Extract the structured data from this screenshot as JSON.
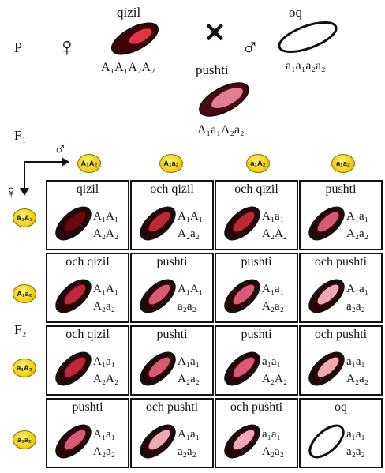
{
  "parents": {
    "generation_label": "P",
    "female_symbol": "♀",
    "male_symbol": "♂",
    "cross_symbol": "✕",
    "female": {
      "phenotype": "qizil",
      "genotype": "A₁A₁A₂A₂",
      "color": "#8a0f14"
    },
    "male": {
      "phenotype": "oq",
      "genotype": "a₁a₁a₂a₂",
      "color": "#ffffff"
    }
  },
  "f1": {
    "generation_label": "F₁",
    "phenotype": "pushti",
    "genotype": "A₁a₁A₂a₂",
    "color": "#d8506a"
  },
  "f2": {
    "generation_label": "F₂",
    "male_gametes": [
      "A₁A₂",
      "A₁a₂",
      "a₁A₂",
      "a₁a₂"
    ],
    "female_gametes": [
      "A₁A₂",
      "A₁a₂",
      "a₁A₂",
      "a₁a₂"
    ],
    "colors": {
      "qizil": "#6a0a0e",
      "och qizil": "#c0283a",
      "pushti": "#d95a78",
      "och pushti": "#f0a8b8",
      "oq": "#ffffff"
    },
    "grid": [
      [
        {
          "phenotype": "qizil",
          "g1": "A₁A₁",
          "g2": "A₂A₂"
        },
        {
          "phenotype": "och qizil",
          "g1": "A₁A₁",
          "g2": "A₂a₂"
        },
        {
          "phenotype": "och qizil",
          "g1": "A₁a₁",
          "g2": "A₂A₂"
        },
        {
          "phenotype": "pushti",
          "g1": "A₁a₁",
          "g2": "A₂a₂"
        }
      ],
      [
        {
          "phenotype": "och qizil",
          "g1": "A₁A₁",
          "g2": "A₂a₂"
        },
        {
          "phenotype": "pushti",
          "g1": "A₁A₁",
          "g2": "a₂a₂"
        },
        {
          "phenotype": "pushti",
          "g1": "A₁a₁",
          "g2": "A₂a₂"
        },
        {
          "phenotype": "och pushti",
          "g1": "A₁a₁",
          "g2": "a₂a₂"
        }
      ],
      [
        {
          "phenotype": "och qizil",
          "g1": "A₁a₁",
          "g2": "A₂A₂"
        },
        {
          "phenotype": "pushti",
          "g1": "A₁a₁",
          "g2": "A₂a₂"
        },
        {
          "phenotype": "pushti",
          "g1": "a₁a₁",
          "g2": "A₂A₂"
        },
        {
          "phenotype": "och pushti",
          "g1": "a₁a₁",
          "g2": "A₂a₂"
        }
      ],
      [
        {
          "phenotype": "pushti",
          "g1": "A₁a₁",
          "g2": "A₂a₂"
        },
        {
          "phenotype": "och pushti",
          "g1": "A₁a₁",
          "g2": "a₂a₂"
        },
        {
          "phenotype": "och pushti",
          "g1": "a₁a₁",
          "g2": "A₂a₂"
        },
        {
          "phenotype": "oq",
          "g1": "a₁a₁",
          "g2": "a₂a₂"
        }
      ]
    ]
  }
}
